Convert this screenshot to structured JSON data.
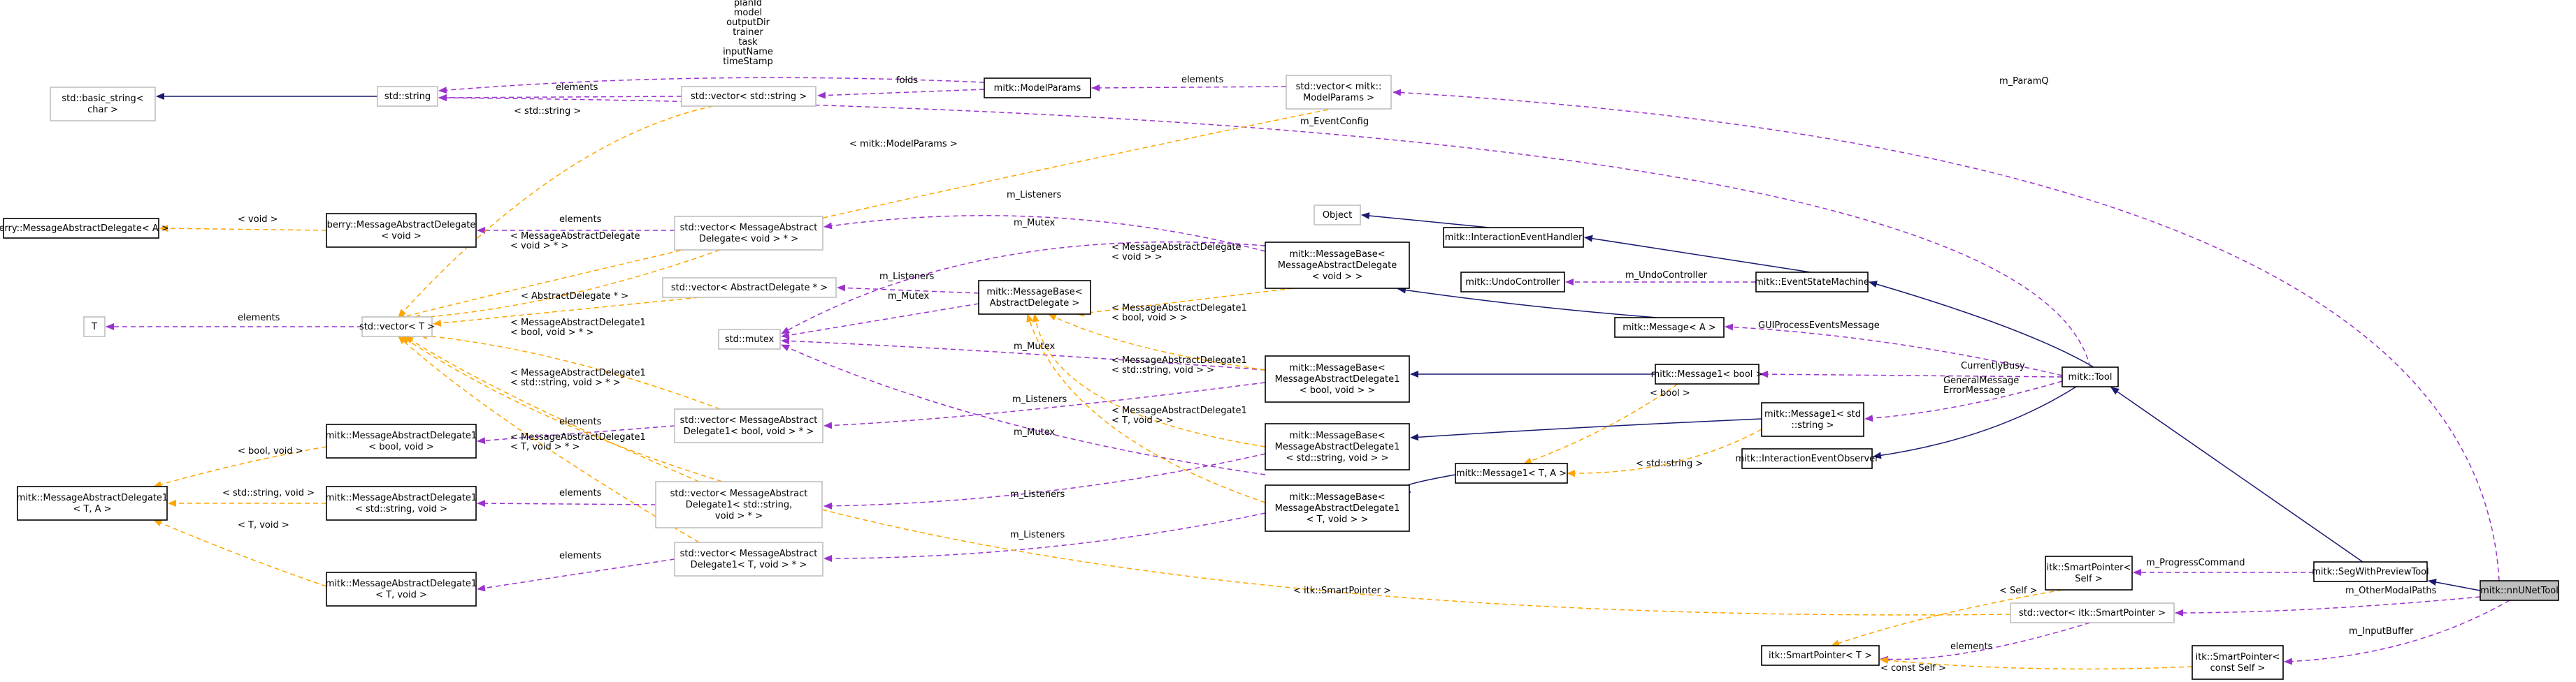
{
  "diagram": {
    "colors": {
      "inherit": "#191970",
      "usage": "#9a32cd",
      "template": "#ffa500",
      "node_border_solid": "#000000",
      "node_border_faded": "#bfbfbf",
      "focus_fill": "#bfbfbf"
    },
    "nodes": [
      {
        "id": "nnunet",
        "lines": [
          "mitk::nnUNetTool"
        ],
        "style": "focus"
      },
      {
        "id": "segwith",
        "lines": [
          "mitk::SegWithPreviewTool"
        ],
        "style": "solid"
      },
      {
        "id": "tool",
        "lines": [
          "mitk::Tool"
        ],
        "style": "solid"
      },
      {
        "id": "esm",
        "lines": [
          "mitk::EventStateMachine"
        ],
        "style": "solid"
      },
      {
        "id": "ieh",
        "lines": [
          "mitk::InteractionEventHandler"
        ],
        "style": "solid"
      },
      {
        "id": "object",
        "lines": [
          "Object"
        ],
        "style": "faded"
      },
      {
        "id": "undoctl",
        "lines": [
          "mitk::UndoController"
        ],
        "style": "solid"
      },
      {
        "id": "ieo",
        "lines": [
          "mitk::InteractionEventObserver"
        ],
        "style": "solid"
      },
      {
        "id": "msgA",
        "lines": [
          "mitk::Message< A >"
        ],
        "style": "solid"
      },
      {
        "id": "msg1bool",
        "lines": [
          "mitk::Message1< bool >"
        ],
        "style": "solid"
      },
      {
        "id": "msg1str",
        "lines": [
          "mitk::Message1< std",
          "::string >"
        ],
        "style": "solid"
      },
      {
        "id": "msg1TA",
        "lines": [
          "mitk::Message1< T, A >"
        ],
        "style": "solid"
      },
      {
        "id": "mbvoid",
        "lines": [
          "mitk::MessageBase<",
          "MessageAbstractDelegate",
          "< void > >"
        ],
        "style": "solid"
      },
      {
        "id": "mbad",
        "lines": [
          "mitk::MessageBase<",
          "AbstractDelegate >"
        ],
        "style": "solid"
      },
      {
        "id": "mbbool",
        "lines": [
          "mitk::MessageBase<",
          "MessageAbstractDelegate1",
          "< bool, void > >"
        ],
        "style": "solid"
      },
      {
        "id": "mbstr",
        "lines": [
          "mitk::MessageBase<",
          "MessageAbstractDelegate1",
          "< std::string, void > >"
        ],
        "style": "solid"
      },
      {
        "id": "mbT",
        "lines": [
          "mitk::MessageBase<",
          "MessageAbstractDelegate1",
          "< T, void > >"
        ],
        "style": "solid"
      },
      {
        "id": "mutex",
        "lines": [
          "std::mutex"
        ],
        "style": "faded"
      },
      {
        "id": "vecvoid",
        "lines": [
          "std::vector< MessageAbstract",
          "Delegate< void > * >"
        ],
        "style": "faded"
      },
      {
        "id": "vecad",
        "lines": [
          "std::vector< AbstractDelegate * >"
        ],
        "style": "faded"
      },
      {
        "id": "vecbool",
        "lines": [
          "std::vector< MessageAbstract",
          "Delegate1< bool, void > * >"
        ],
        "style": "faded"
      },
      {
        "id": "vecstrd",
        "lines": [
          "std::vector< MessageAbstract",
          "Delegate1< std::string,",
          "void > * >"
        ],
        "style": "faded"
      },
      {
        "id": "vecTd",
        "lines": [
          "std::vector< MessageAbstract",
          "Delegate1< T, void > * >"
        ],
        "style": "faded"
      },
      {
        "id": "vecT",
        "lines": [
          "std::vector< T >"
        ],
        "style": "faded"
      },
      {
        "id": "T",
        "lines": [
          "T"
        ],
        "style": "faded"
      },
      {
        "id": "berry",
        "lines": [
          "berry::MessageAbstractDelegate< A >"
        ],
        "style": "solid"
      },
      {
        "id": "bmad",
        "lines": [
          "berry::MessageAbstractDelegate",
          "< void >"
        ],
        "style": "solid"
      },
      {
        "id": "mad1bool",
        "lines": [
          "mitk::MessageAbstractDelegate1",
          "< bool, void >"
        ],
        "style": "solid"
      },
      {
        "id": "mad1str",
        "lines": [
          "mitk::MessageAbstractDelegate1",
          "< std::string, void >"
        ],
        "style": "solid"
      },
      {
        "id": "mad1T",
        "lines": [
          "mitk::MessageAbstractDelegate1",
          "< T, void >"
        ],
        "style": "solid"
      },
      {
        "id": "mad1TA",
        "lines": [
          "mitk::MessageAbstractDelegate1",
          "< T, A >"
        ],
        "style": "solid"
      },
      {
        "id": "basicstr",
        "lines": [
          "std::basic_string<",
          "char >"
        ],
        "style": "faded"
      },
      {
        "id": "string",
        "lines": [
          "std::string"
        ],
        "style": "faded"
      },
      {
        "id": "vecstring",
        "lines": [
          "std::vector< std::string >"
        ],
        "style": "faded"
      },
      {
        "id": "modelparams",
        "lines": [
          "mitk::ModelParams"
        ],
        "style": "solid"
      },
      {
        "id": "vecmp",
        "lines": [
          "std::vector< mitk::",
          "ModelParams >"
        ],
        "style": "faded"
      },
      {
        "id": "spSelf",
        "lines": [
          "itk::SmartPointer<",
          "Self >"
        ],
        "style": "solid"
      },
      {
        "id": "vecsp",
        "lines": [
          "std::vector< itk::SmartPointer >"
        ],
        "style": "faded"
      },
      {
        "id": "spT",
        "lines": [
          "itk::SmartPointer< T >"
        ],
        "style": "solid"
      },
      {
        "id": "spcSelf",
        "lines": [
          "itk::SmartPointer<",
          "const Self >"
        ],
        "style": "solid"
      }
    ],
    "labels": {
      "m_ParamQ": "m_ParamQ",
      "m_EventConfig": "m_EventConfig",
      "elements": "elements",
      "folds": "folds",
      "modelparams_members": [
        "planId",
        "model",
        "outputDir",
        "trainer",
        "task",
        "inputName",
        "timeStamp"
      ],
      "std_string_tpl": "< std::string >",
      "mitk_modelparams_tpl": "< mitk::ModelParams >",
      "void_tpl": "< void >",
      "m_Listeners": "m_Listeners",
      "m_Mutex": "m_Mutex",
      "mad_void_void": [
        "< MessageAbstractDelegate",
        "< void > >"
      ],
      "mad_void_ptr": [
        "< MessageAbstractDelegate",
        "< void > * >"
      ],
      "abstract_delegate_ptr": "< AbstractDelegate * >",
      "mad1_bool_void": [
        "< MessageAbstractDelegate1",
        "< bool, void > >"
      ],
      "mad1_bool_void_ptr": [
        "< MessageAbstractDelegate1",
        "< bool, void > * >"
      ],
      "mad1_str_void": [
        "< MessageAbstractDelegate1",
        "< std::string, void > >"
      ],
      "mad1_str_void_ptr": [
        "< MessageAbstractDelegate1",
        "< std::string, void > * >"
      ],
      "mad1_T_void": [
        "< MessageAbstractDelegate1",
        "< T, void > >"
      ],
      "mad1_T_void_ptr": [
        "< MessageAbstractDelegate1",
        "< T, void > * >"
      ],
      "bool_void_tpl": "< bool, void >",
      "str_void_tpl": "< std::string, void >",
      "T_void_tpl": "< T, void >",
      "m_UndoController": "m_UndoController",
      "GUIProcessEventsMessage": "GUIProcessEventsMessage",
      "CurrentlyBusy": "CurrentlyBusy",
      "GeneralMessage_ErrorMessage": [
        "GeneralMessage",
        "ErrorMessage"
      ],
      "bool_tpl": "< bool >",
      "std_string_tpl2": "< std::string >",
      "m_ProgressCommand": "m_ProgressCommand",
      "m_OtherModalPaths": "m_OtherModalPaths",
      "m_InputBuffer": "m_InputBuffer",
      "itk_smartpointer_tpl": "< itk::SmartPointer >",
      "self_tpl": "< Self >",
      "const_self_tpl": "< const Self >"
    }
  }
}
